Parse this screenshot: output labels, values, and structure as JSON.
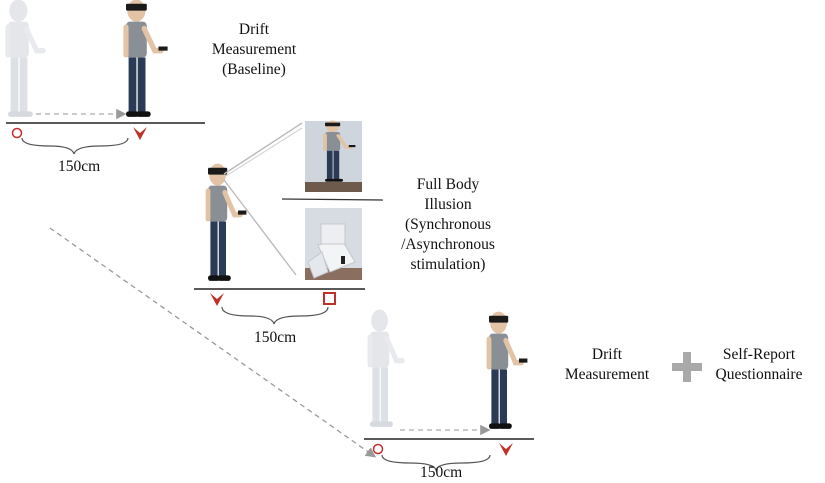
{
  "steps": [
    {
      "title_lines": [
        "Drift",
        "Measurement",
        "(Baseline)"
      ]
    },
    {
      "title_lines": [
        "Full Body",
        "Illusion",
        "(Synchronous",
        "/Asynchronous",
        "stimulation)"
      ]
    },
    {
      "title": "Drift\nMeasurement"
    }
  ],
  "distance_label": "150cm",
  "plus_symbol": "+",
  "questionnaire_label": "Self-Report\nQuestionnaire",
  "colors": {
    "marker": "#c0302a",
    "ink": "#222222",
    "figure_dark": "#2b3a55",
    "figure_light": "#c9cdd3"
  }
}
